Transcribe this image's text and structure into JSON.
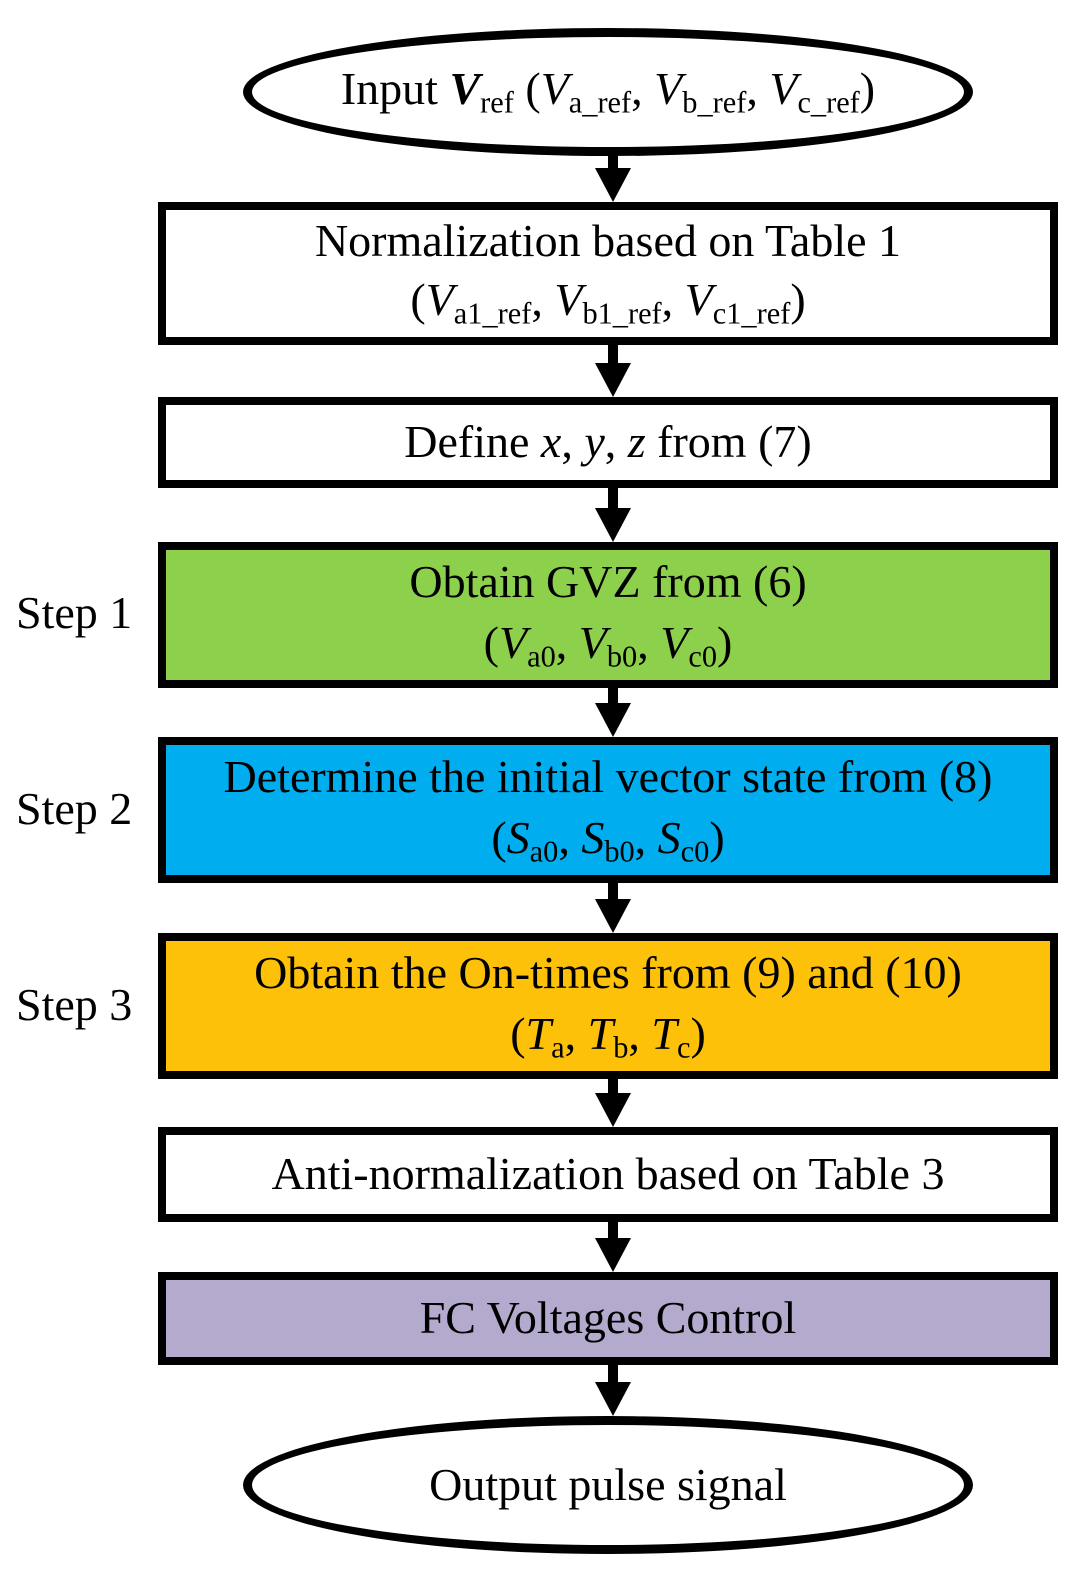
{
  "colors": {
    "step1_green": "#8DD04C",
    "step2_blue": "#00AEEF",
    "step3_orange": "#FCC108",
    "fc_purple": "#B4AACE",
    "outline_black": "#000000",
    "plain_white": "#FFFFFF"
  },
  "step_labels": {
    "step1": "Step 1",
    "step2": "Step 2",
    "step3": "Step 3"
  },
  "nodes": {
    "input_terminal": {
      "segments": [
        {
          "s": "",
          "t": "Input "
        },
        {
          "s": "bi",
          "t": "V"
        },
        {
          "s": "sub",
          "t": "ref"
        },
        {
          "s": "",
          "t": " ("
        },
        {
          "s": "i",
          "t": "V"
        },
        {
          "s": "sub",
          "t": "a_ref"
        },
        {
          "s": "",
          "t": ", "
        },
        {
          "s": "i",
          "t": "V"
        },
        {
          "s": "sub",
          "t": "b_ref"
        },
        {
          "s": "",
          "t": ", "
        },
        {
          "s": "i",
          "t": "V"
        },
        {
          "s": "sub",
          "t": "c_ref"
        },
        {
          "s": "",
          "t": ")"
        }
      ]
    },
    "normalization": {
      "line1": [
        {
          "s": "",
          "t": "Normalization based on Table 1"
        }
      ],
      "line2": [
        {
          "s": "",
          "t": "("
        },
        {
          "s": "i",
          "t": "V"
        },
        {
          "s": "sub",
          "t": "a1_ref"
        },
        {
          "s": "",
          "t": ", "
        },
        {
          "s": "i",
          "t": "V"
        },
        {
          "s": "sub",
          "t": "b1_ref"
        },
        {
          "s": "",
          "t": ", "
        },
        {
          "s": "i",
          "t": "V"
        },
        {
          "s": "sub",
          "t": "c1_ref"
        },
        {
          "s": "",
          "t": ")"
        }
      ]
    },
    "define_xyz": {
      "line1": [
        {
          "s": "",
          "t": "Define "
        },
        {
          "s": "i",
          "t": "x"
        },
        {
          "s": "",
          "t": ", "
        },
        {
          "s": "i",
          "t": "y"
        },
        {
          "s": "",
          "t": ", "
        },
        {
          "s": "i",
          "t": "z"
        },
        {
          "s": "",
          "t": " from (7)"
        }
      ]
    },
    "obtain_gvz": {
      "line1": [
        {
          "s": "",
          "t": "Obtain GVZ from (6)"
        }
      ],
      "line2": [
        {
          "s": "",
          "t": "("
        },
        {
          "s": "i",
          "t": "V"
        },
        {
          "s": "sub",
          "t": "a0"
        },
        {
          "s": "",
          "t": ", "
        },
        {
          "s": "i",
          "t": "V"
        },
        {
          "s": "sub",
          "t": "b0"
        },
        {
          "s": "",
          "t": ", "
        },
        {
          "s": "i",
          "t": "V"
        },
        {
          "s": "sub",
          "t": "c0"
        },
        {
          "s": "",
          "t": ")"
        }
      ]
    },
    "initial_vector": {
      "line1": [
        {
          "s": "",
          "t": "Determine the initial vector state from (8)"
        }
      ],
      "line2": [
        {
          "s": "",
          "t": "("
        },
        {
          "s": "i",
          "t": "S"
        },
        {
          "s": "sub",
          "t": "a0"
        },
        {
          "s": "",
          "t": ", "
        },
        {
          "s": "i",
          "t": "S"
        },
        {
          "s": "sub",
          "t": "b0"
        },
        {
          "s": "",
          "t": ", "
        },
        {
          "s": "i",
          "t": "S"
        },
        {
          "s": "sub",
          "t": "c0"
        },
        {
          "s": "",
          "t": ")"
        }
      ]
    },
    "on_times": {
      "line1": [
        {
          "s": "",
          "t": "Obtain the On-times from (9) and (10)"
        }
      ],
      "line2": [
        {
          "s": "",
          "t": "("
        },
        {
          "s": "i",
          "t": "T"
        },
        {
          "s": "sub",
          "t": "a"
        },
        {
          "s": "",
          "t": ", "
        },
        {
          "s": "i",
          "t": "T"
        },
        {
          "s": "sub",
          "t": "b"
        },
        {
          "s": "",
          "t": ", "
        },
        {
          "s": "i",
          "t": "T"
        },
        {
          "s": "sub",
          "t": "c"
        },
        {
          "s": "",
          "t": ")"
        }
      ]
    },
    "anti_normalization": {
      "line1": [
        {
          "s": "",
          "t": "Anti-normalization based on Table 3"
        }
      ]
    },
    "fc_control": {
      "line1": [
        {
          "s": "",
          "t": "FC Voltages Control"
        }
      ]
    },
    "output_terminal": {
      "segments": [
        {
          "s": "",
          "t": "Output pulse signal"
        }
      ]
    }
  }
}
